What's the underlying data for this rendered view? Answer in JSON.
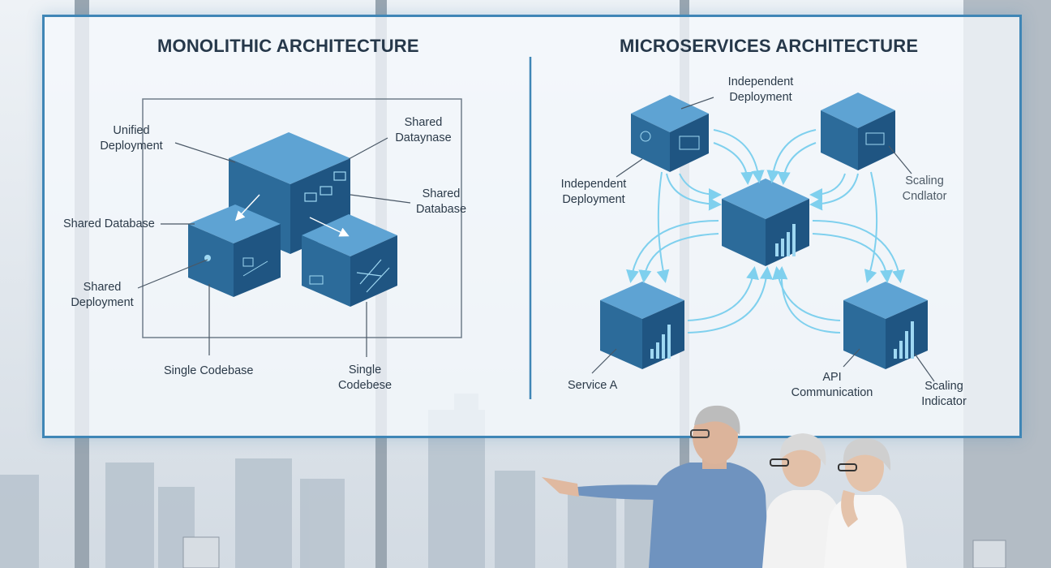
{
  "monolithic": {
    "title": "MONOLITHIC ARCHITECTURE",
    "labels": {
      "unified_deployment": [
        "Unified",
        "Deployment"
      ],
      "shared_datay": [
        "Shared",
        "Dataynase"
      ],
      "shared_database_right": [
        "Shared",
        "Database"
      ],
      "shared_database_left": "Shared Database",
      "shared_deployment": [
        "Shared",
        "Deployment"
      ],
      "single_codebase": "Single Codebase",
      "single_codebese": [
        "Single",
        "Codebese"
      ]
    }
  },
  "microservices": {
    "title": "MICROSERVICES ARCHITECTURE",
    "labels": {
      "independent_deployment_top": [
        "Independent",
        "Deployment"
      ],
      "independent_deployment_left": [
        "Independent",
        "Deployment"
      ],
      "scaling_top": [
        "Scaling",
        "Cndlator"
      ],
      "service_a": "Service A",
      "api_communication": [
        "API",
        "Communication"
      ],
      "scaling_indicator": [
        "Scaling",
        "Indicator"
      ]
    }
  },
  "colors": {
    "frame": "#3f86b6",
    "cube_top": "#5ea3d3",
    "cube_left": "#2c6b9a",
    "cube_right": "#1f5582",
    "arrow": "#7fd0ee"
  }
}
